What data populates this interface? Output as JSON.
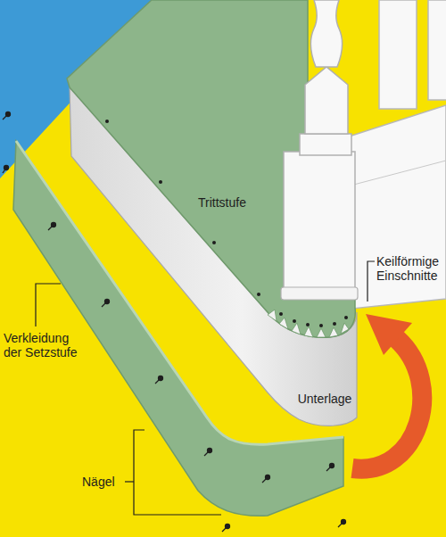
{
  "diagram": {
    "labels": [
      "Trittstufe",
      "Keilförmige Einschnitte",
      "Verkleidung der Setzstufe",
      "Unterlage",
      "Nägel"
    ]
  }
}
